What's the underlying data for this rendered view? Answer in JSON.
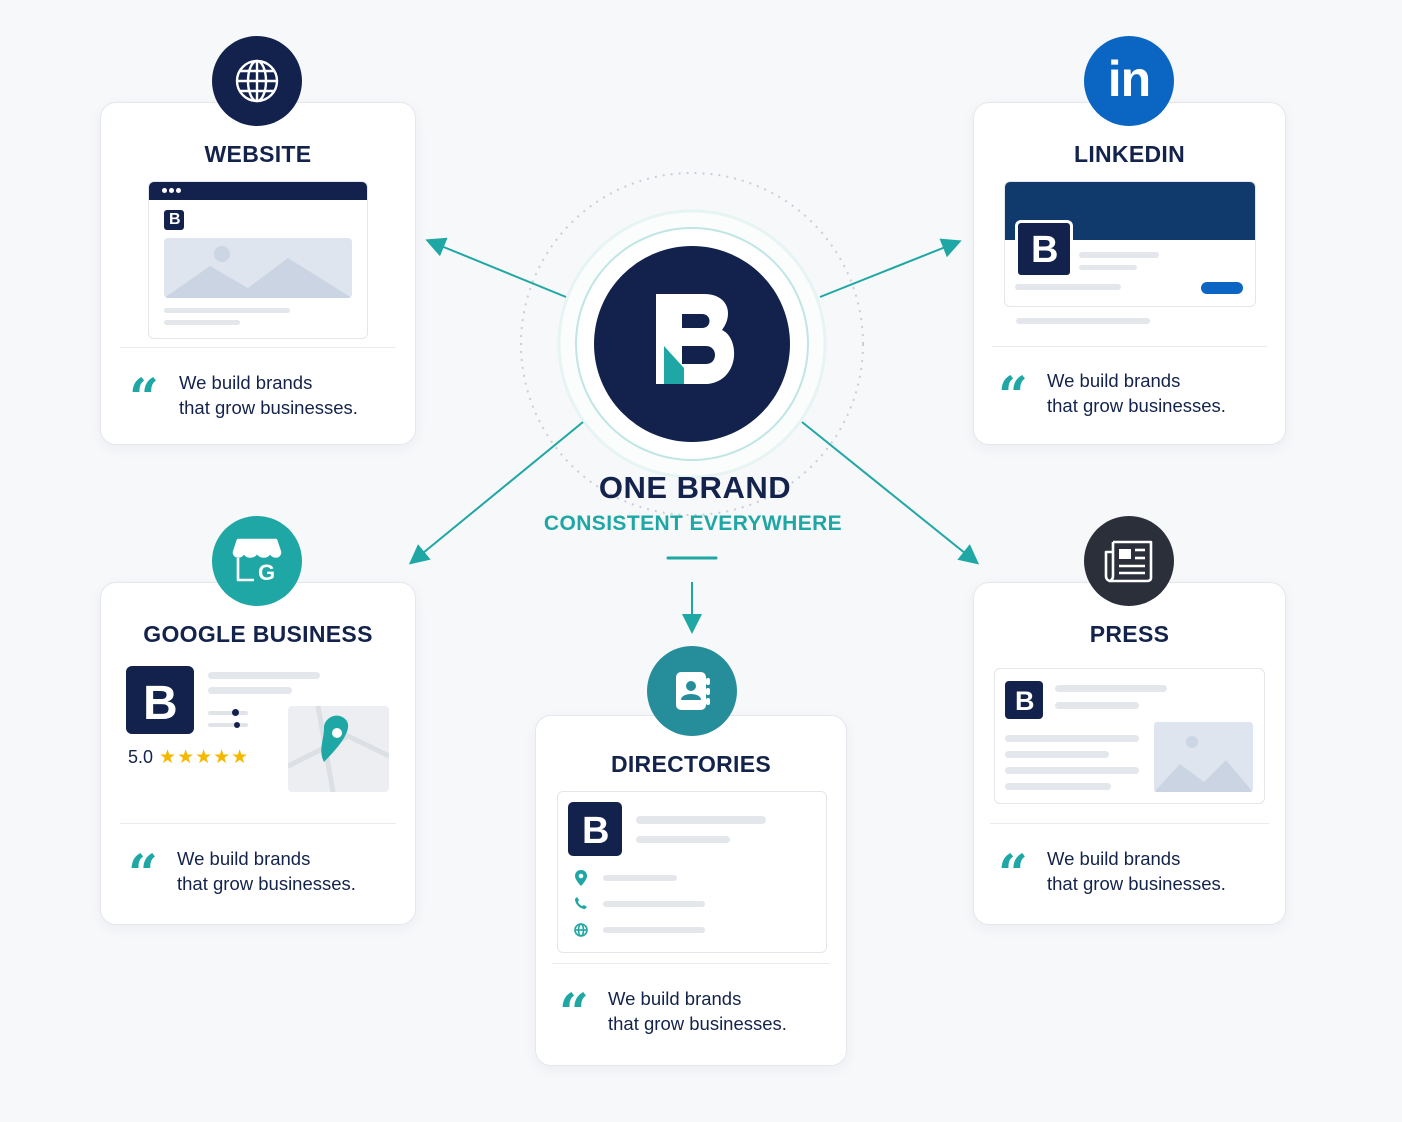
{
  "center": {
    "logo_letter": "B",
    "headline": "ONE BRAND",
    "subheadline": "CONSISTENT EVERYWHERE"
  },
  "cards": {
    "website": {
      "title": "WEBSITE",
      "quote_line_1": "We build brands",
      "quote_line_2": "that grow businesses."
    },
    "linkedin": {
      "title": "LINKEDIN",
      "icon_text": "in",
      "quote_line_1": "We build brands",
      "quote_line_2": "that grow businesses."
    },
    "google_business": {
      "title": "GOOGLE BUSINESS",
      "rating": "5.0",
      "stars": 5,
      "quote_line_1": "We build brands",
      "quote_line_2": "that grow businesses."
    },
    "directories": {
      "title": "DIRECTORIES",
      "quote_line_1": "We build brands",
      "quote_line_2": "that grow businesses."
    },
    "press": {
      "title": "PRESS",
      "quote_line_1": "We build brands",
      "quote_line_2": "that grow businesses."
    }
  },
  "quote_mark": "“",
  "icons": {
    "website": "globe-icon",
    "linkedin": "linkedin-icon",
    "google_business": "storefront-icon",
    "directories": "contact-book-icon",
    "press": "newspaper-icon"
  },
  "colors": {
    "navy": "#13224d",
    "teal": "#1ea7a4",
    "linkedin_blue": "#0a66c2",
    "dark_grey": "#2a2f3a",
    "star": "#f5b800",
    "background": "#f7f8fa"
  }
}
